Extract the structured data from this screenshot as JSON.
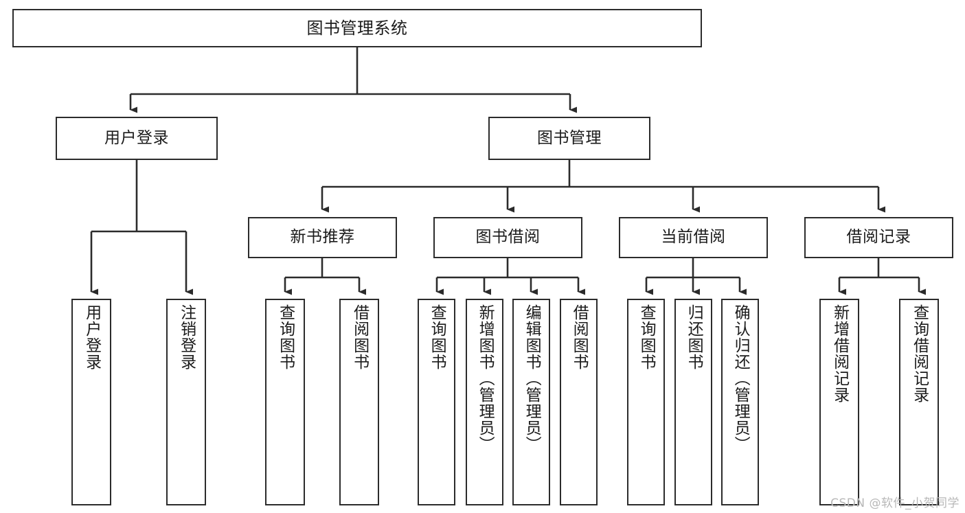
{
  "diagram": {
    "type": "hierarchy-tree",
    "title": "图书管理系统",
    "stroke_color": "#2b2b2b",
    "fill_color": "#ffffff",
    "text_color": "#1b1b1b",
    "levels": [
      {
        "level": 1,
        "nodes": [
          {
            "id": "root",
            "label": "图书管理系统",
            "orientation": "horizontal"
          }
        ]
      },
      {
        "level": 2,
        "nodes": [
          {
            "id": "login",
            "label": "用户登录",
            "orientation": "horizontal"
          },
          {
            "id": "bookmgmt",
            "label": "图书管理",
            "orientation": "horizontal"
          }
        ]
      },
      {
        "level": 3,
        "nodes": [
          {
            "id": "newbook",
            "label": "新书推荐",
            "orientation": "horizontal"
          },
          {
            "id": "borrow",
            "label": "图书借阅",
            "orientation": "horizontal"
          },
          {
            "id": "current",
            "label": "当前借阅",
            "orientation": "horizontal"
          },
          {
            "id": "records",
            "label": "借阅记录",
            "orientation": "horizontal"
          }
        ]
      },
      {
        "level": 4,
        "nodes": [
          {
            "id": "leaf1",
            "parent": "login",
            "label": "用户登录",
            "orientation": "vertical"
          },
          {
            "id": "leaf2",
            "parent": "login",
            "label": "注销登录",
            "orientation": "vertical"
          },
          {
            "id": "leaf3",
            "parent": "newbook",
            "label": "查询图书",
            "orientation": "vertical"
          },
          {
            "id": "leaf4",
            "parent": "newbook",
            "label": "借阅图书",
            "orientation": "vertical"
          },
          {
            "id": "leaf5",
            "parent": "borrow",
            "label": "查询图书",
            "orientation": "vertical"
          },
          {
            "id": "leaf6",
            "parent": "borrow",
            "label": "新增图书（管理员）",
            "orientation": "vertical"
          },
          {
            "id": "leaf7",
            "parent": "borrow",
            "label": "编辑图书（管理员）",
            "orientation": "vertical"
          },
          {
            "id": "leaf8",
            "parent": "borrow",
            "label": "借阅图书",
            "orientation": "vertical"
          },
          {
            "id": "leaf9",
            "parent": "current",
            "label": "查询图书",
            "orientation": "vertical"
          },
          {
            "id": "leaf10",
            "parent": "current",
            "label": "归还图书",
            "orientation": "vertical"
          },
          {
            "id": "leaf11",
            "parent": "current",
            "label": "确认归还（管理员）",
            "orientation": "vertical"
          },
          {
            "id": "leaf12",
            "parent": "records",
            "label": "新增借阅记录",
            "orientation": "vertical"
          },
          {
            "id": "leaf13",
            "parent": "records",
            "label": "查询借阅记录",
            "orientation": "vertical"
          }
        ]
      }
    ]
  },
  "watermark": {
    "text": "CSDN @软件_小贺同学"
  }
}
